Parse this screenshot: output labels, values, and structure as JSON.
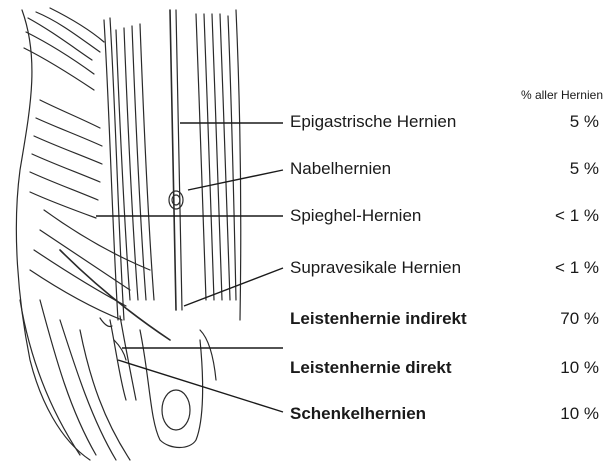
{
  "column_header": "% aller Hernien",
  "items": [
    {
      "label": "Epigastrische Hernien",
      "percent": "5 %",
      "bold": false
    },
    {
      "label": "Nabelhernien",
      "percent": "5 %",
      "bold": false
    },
    {
      "label": "Spieghel-Hernien",
      "percent": "< 1 %",
      "bold": false
    },
    {
      "label": "Supravesikale Hernien",
      "percent": "< 1 %",
      "bold": false
    },
    {
      "label": "Leistenhernie indirekt",
      "percent": "70 %",
      "bold": true
    },
    {
      "label": "Leistenhernie direkt",
      "percent": "10 %",
      "bold": true
    },
    {
      "label": "Schenkelhernien",
      "percent": "10 %",
      "bold": true
    }
  ],
  "colors": {
    "line": "#1a1a1a",
    "text": "#1a1a1a",
    "background": "#ffffff"
  }
}
